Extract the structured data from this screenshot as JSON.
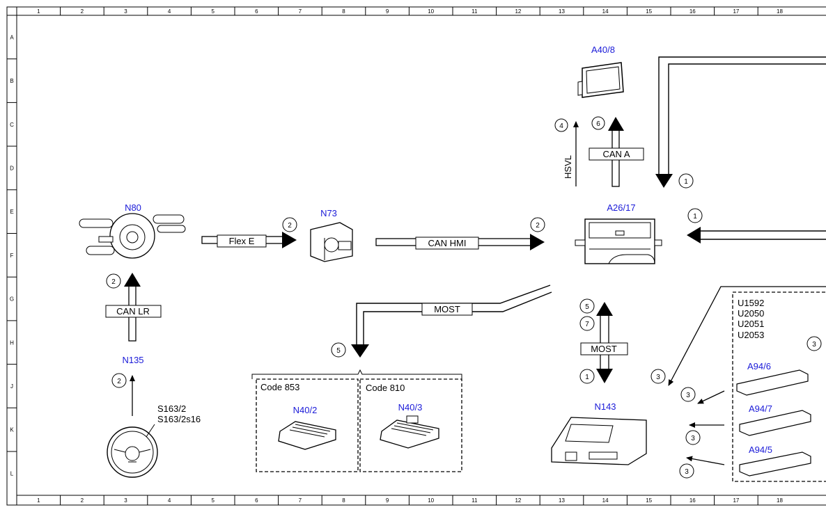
{
  "ruler": {
    "columns": [
      "1",
      "2",
      "3",
      "4",
      "5",
      "6",
      "7",
      "8",
      "9",
      "10",
      "11",
      "12",
      "13",
      "14",
      "15",
      "16",
      "17",
      "18"
    ],
    "rows": [
      "A",
      "B",
      "C",
      "D",
      "E",
      "F",
      "G",
      "H",
      "J",
      "K",
      "L"
    ]
  },
  "components": {
    "a40_8": "A40/8",
    "a26_17": "A26/17",
    "n80": "N80",
    "n73": "N73",
    "n135": "N135",
    "n40_2": "N40/2",
    "n40_3": "N40/3",
    "n143": "N143",
    "a94_6": "A94/6",
    "a94_7": "A94/7",
    "a94_5": "A94/5",
    "s163_2": "S163/2",
    "s163_2s16": "S163/2s16"
  },
  "buses": {
    "flex_e": "Flex E",
    "can_hmi": "CAN HMI",
    "can_a": "CAN A",
    "can_lr": "CAN LR",
    "most_left": "MOST",
    "most_center": "MOST",
    "hsvl": "HSVL"
  },
  "codes": {
    "code_853": "Code 853",
    "code_810": "Code 810"
  },
  "antenna_codes": [
    "U1592",
    "U2050",
    "U2051",
    "U2053"
  ],
  "markers": {
    "m4": "4",
    "m6": "6",
    "m1_top": "1",
    "m1_right": "1",
    "m2_flex": "2",
    "m2_hmi": "2",
    "m2_canlr": "2",
    "m2_n135": "2",
    "m5_most": "5",
    "m5_center": "5",
    "m7": "7",
    "m1_n143": "1",
    "m3_diag": "3",
    "m3_right": "3",
    "m3_a94_6": "3",
    "m3_a94_7": "3",
    "m3_a94_5": "3"
  },
  "colors": {
    "component_label": "#1a1ad8",
    "line": "#000000"
  }
}
